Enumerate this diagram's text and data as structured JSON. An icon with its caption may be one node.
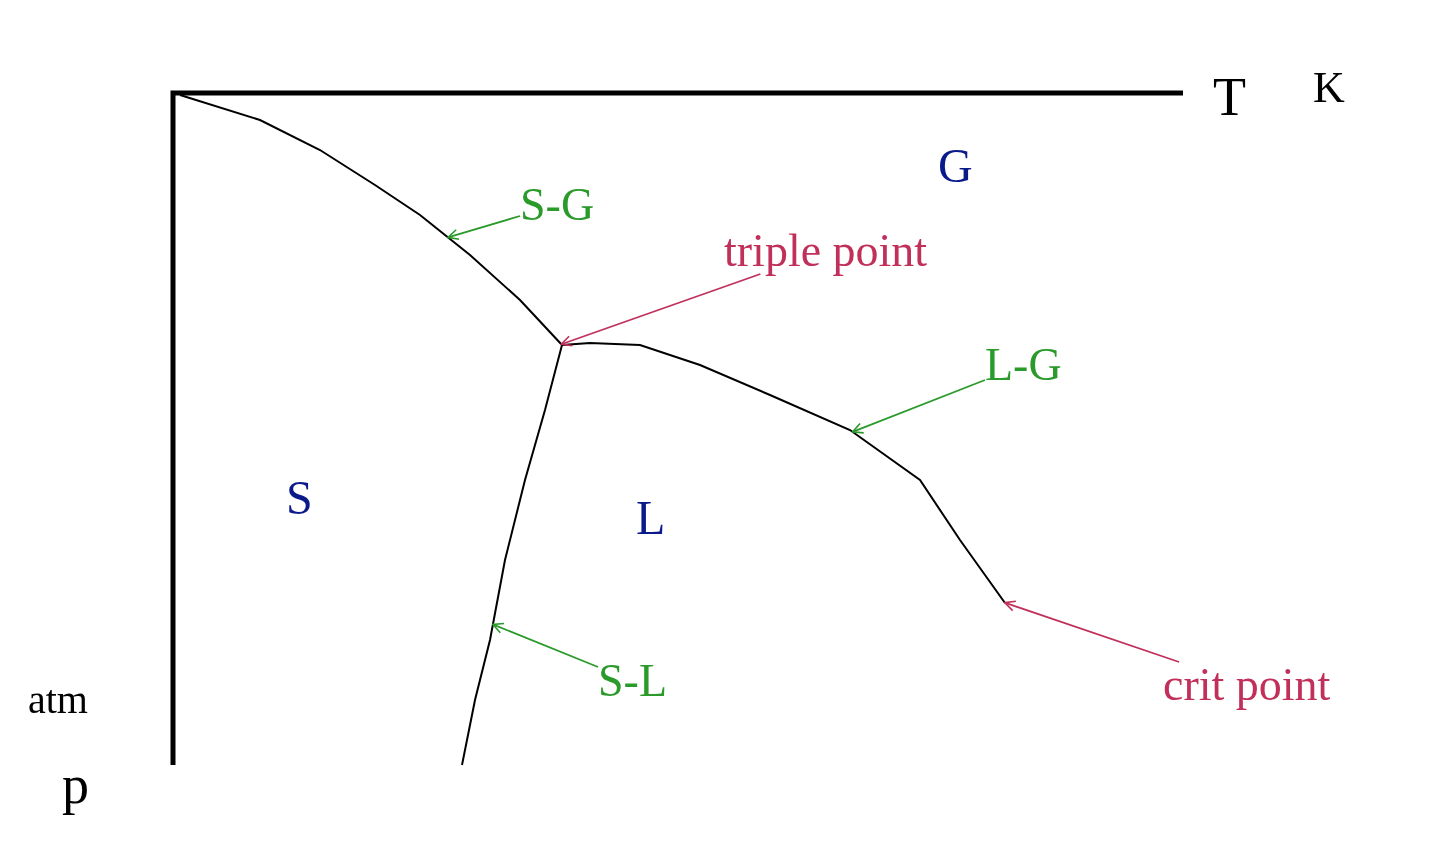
{
  "diagram": {
    "nodes": [
      {
        "text": [
          "S-G"
        ]
      },
      {
        "text": [
          "triple point"
        ]
      },
      {
        "text": [
          "L-G"
        ]
      },
      {
        "text": [
          "crit point"
        ]
      },
      {
        "text": [
          "S-L"
        ]
      },
      {
        "text": [],
        "shape": "line"
      },
      {
        "text": [],
        "shape": "line"
      },
      {
        "text": [],
        "shape": "line"
      }
    ],
    "edges": [
      {
        "from": 0,
        "to": 5,
        "arrow": "to"
      },
      {
        "from": 1,
        "to": 5,
        "arrow": "to",
        "color": "#c0305a"
      },
      {
        "from": 2,
        "to": 6,
        "arrow": "to"
      },
      {
        "from": 3,
        "to": 6,
        "arrow": "to",
        "color": "#c0305a"
      },
      {
        "from": 4,
        "to": 7,
        "arrow": "to"
      }
    ],
    "labels": [
      "T",
      "K",
      "G",
      "S",
      "L",
      "atm",
      "p"
    ]
  }
}
